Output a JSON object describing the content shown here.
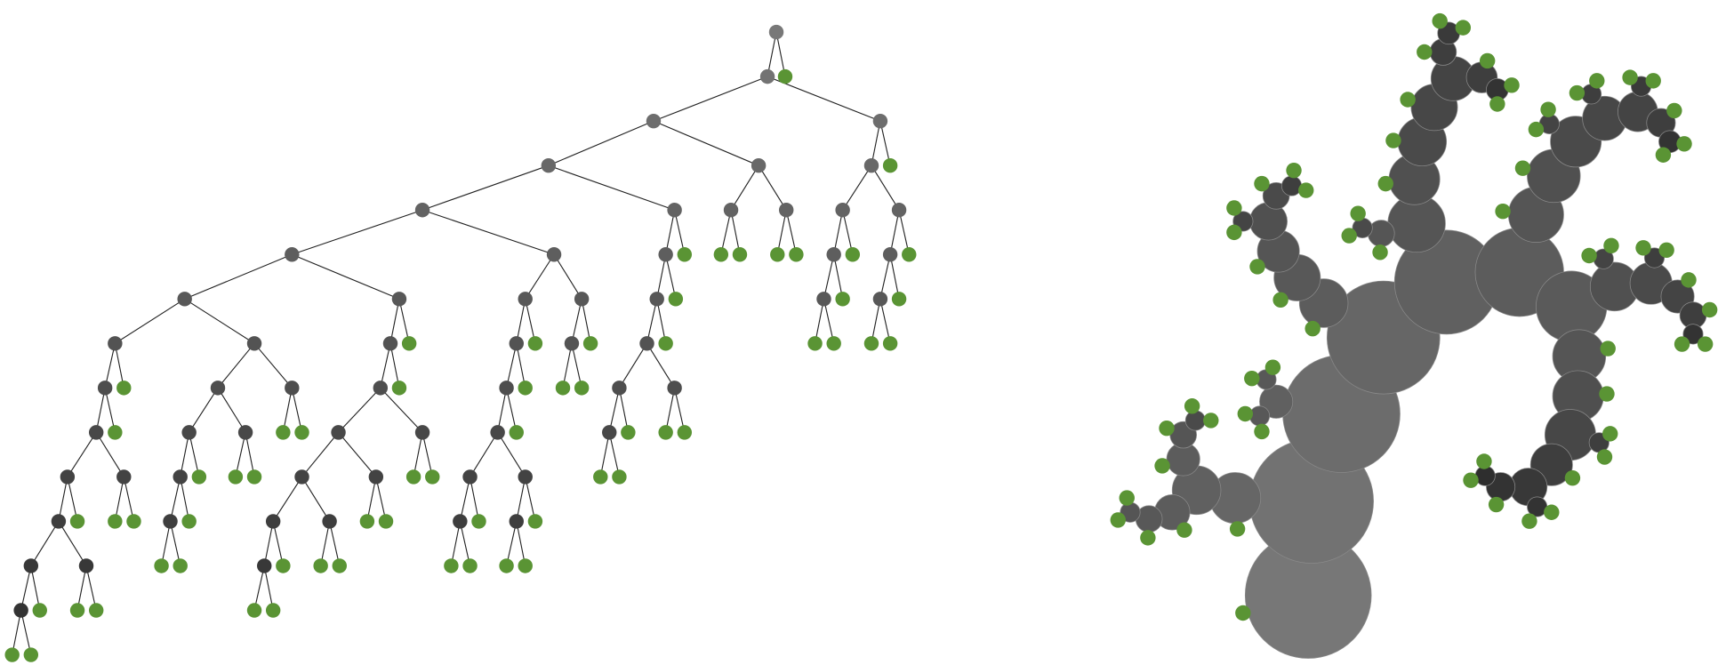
{
  "diagram": {
    "left": {
      "kind": "node-link tree",
      "orientation": "top-down"
    },
    "right": {
      "kind": "circle tree (bubble branches)"
    }
  },
  "colors": {
    "leaf": "#5a9434",
    "edge": "#222222",
    "internal_light": "#787878",
    "internal_dark": "#2e2e2e",
    "background": "#ffffff"
  }
}
